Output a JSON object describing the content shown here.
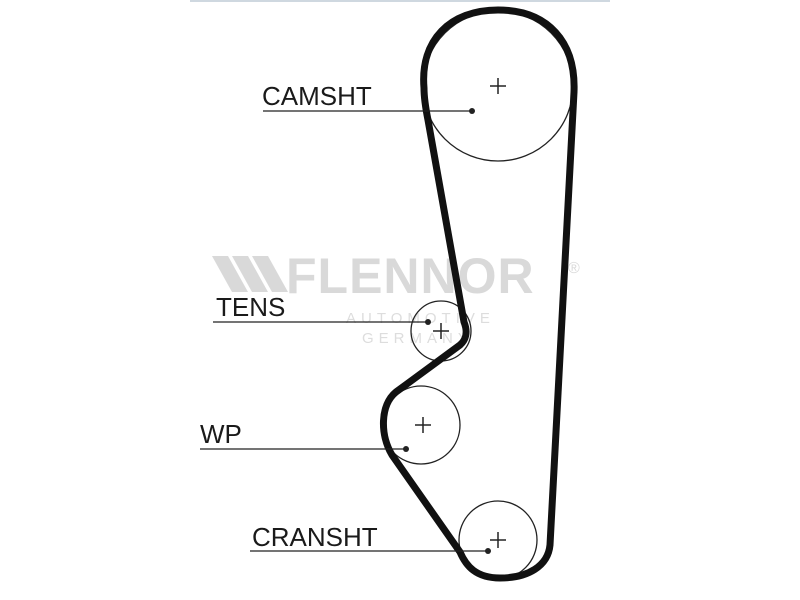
{
  "labels": {
    "camshaft": "CAMSHT",
    "tensioner": "TENS",
    "water_pump": "WP",
    "crankshaft": "CRANSHT"
  },
  "watermark": {
    "brand": "FLENNOR",
    "registered": "®",
    "line1": "AUTOMOTIVE",
    "line2": "GERMANY"
  },
  "colors": {
    "belt": "#111111",
    "pulley": "#222222",
    "watermark": "#d9d9d9"
  }
}
